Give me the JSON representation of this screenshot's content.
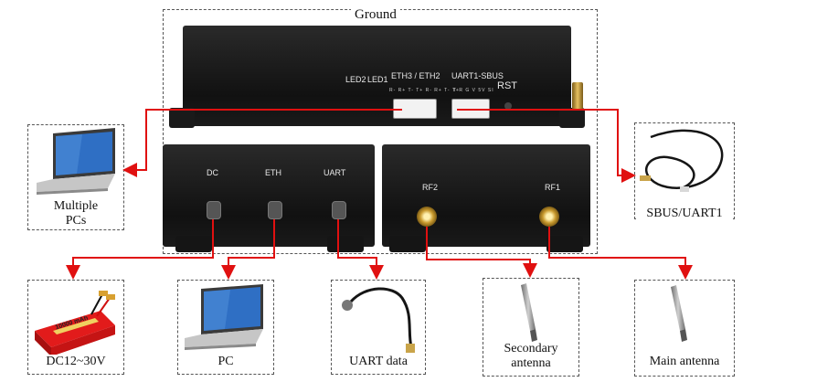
{
  "diagram": {
    "ground_label": "Ground",
    "top_panel": {
      "led2": "LED2",
      "led1": "LED1",
      "eth_header": "ETH3 / ETH2",
      "uart_header": "UART1-SBUS",
      "rst": "RST",
      "eth_pins": "R- R+ T- T+ R- R+ T- T+",
      "uart_pins": "T   R   G   V   5V  SI"
    },
    "left_panel": {
      "dc": "DC",
      "eth": "ETH",
      "uart": "UART"
    },
    "right_panel": {
      "rf2": "RF2",
      "rf1": "RF1"
    },
    "battery_label": "10000 mAh",
    "peripherals": {
      "multiple_pcs": [
        "Multiple",
        "PCs"
      ],
      "sbus_uart1": "SBUS/UART1",
      "dc_power": "DC12~30V",
      "pc": "PC",
      "uart_data": "UART data",
      "secondary_antenna": [
        "Secondary",
        "antenna"
      ],
      "main_antenna": "Main antenna"
    },
    "colors": {
      "connector_line": "#e01010",
      "frame_dash": "#555555",
      "device_body": "#1a1a1a"
    }
  }
}
